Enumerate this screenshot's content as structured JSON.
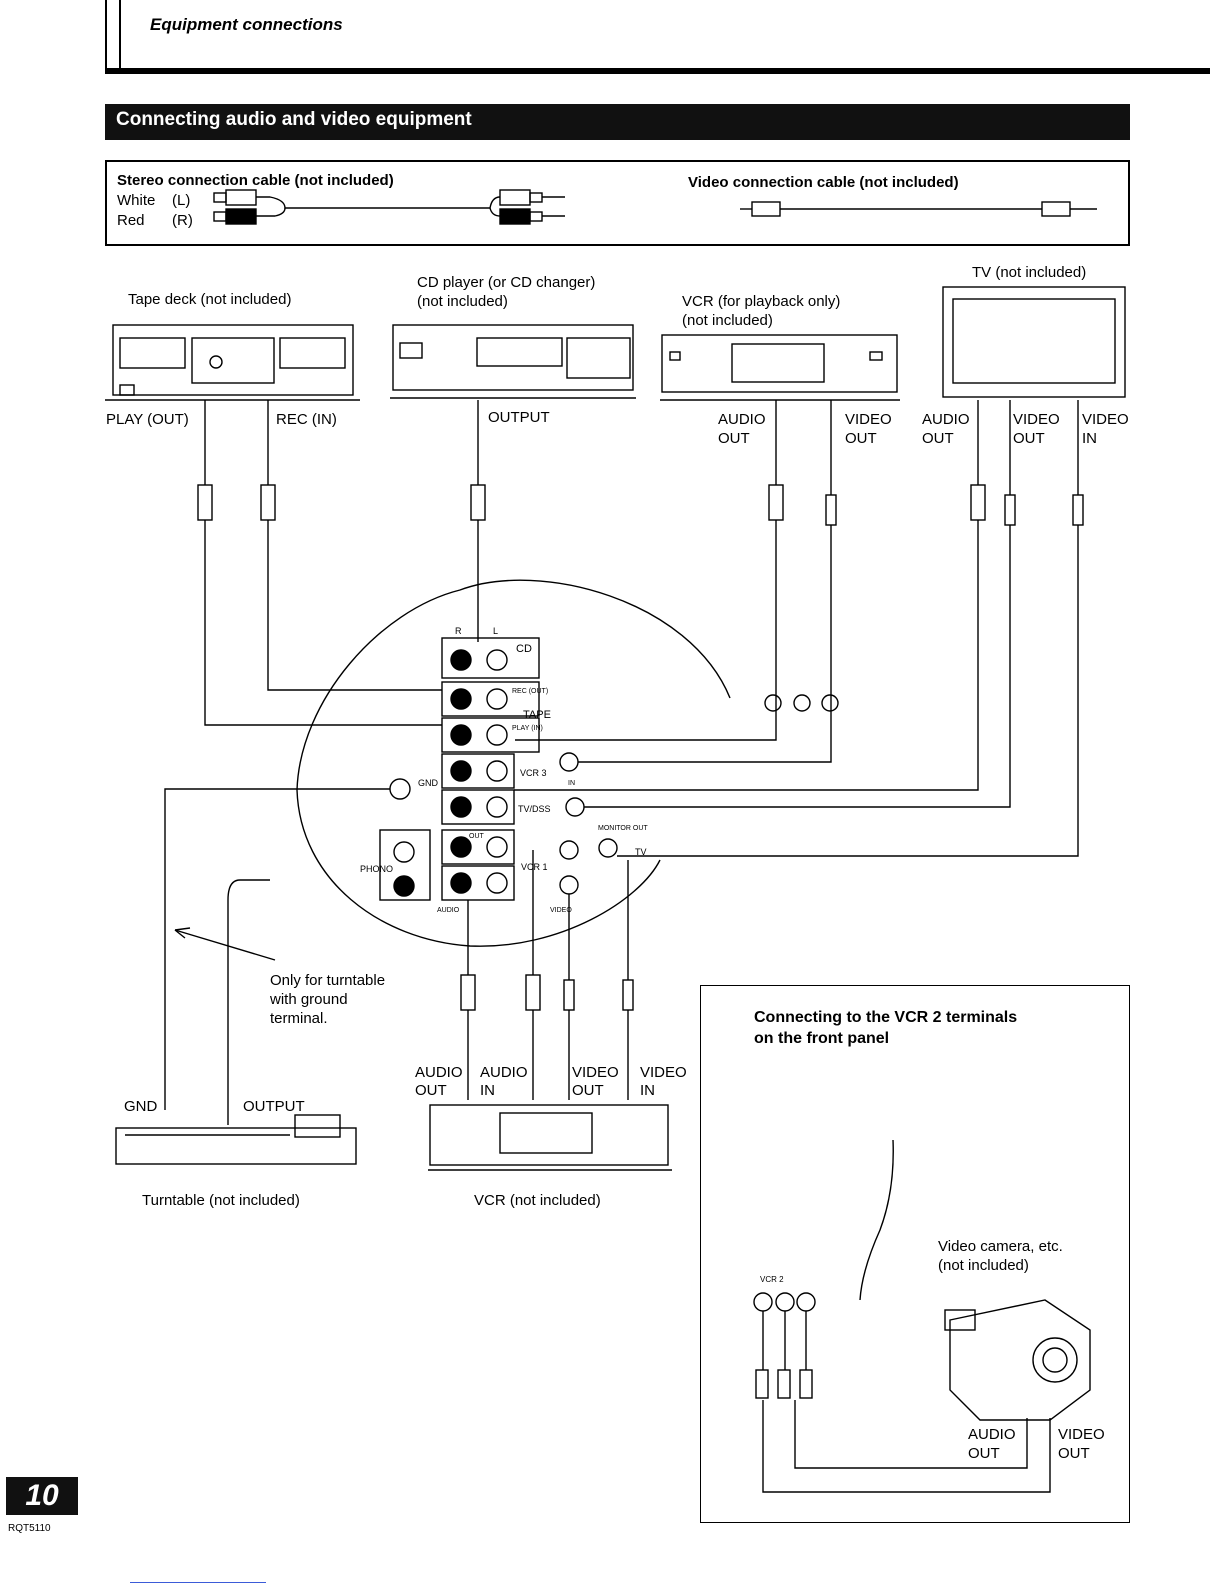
{
  "header": {
    "title": "Equipment connections"
  },
  "section": {
    "title": "Connecting audio and video equipment"
  },
  "cables": {
    "stereo_title": "Stereo connection cable (not included)",
    "white": "White",
    "white_ch": "(L)",
    "red": "Red",
    "red_ch": "(R)",
    "video_title": "Video connection cable (not included)"
  },
  "devices": {
    "tape_deck": "Tape deck (not included)",
    "cd_line1": "CD player (or CD changer)",
    "cd_line2": "(not included)",
    "vcr_play_line1": "VCR (for playback only)",
    "vcr_play_line2": "(not included)",
    "tv": "TV (not included)",
    "turntable": "Turntable (not included)",
    "vcr": "VCR (not included)",
    "camera_line1": "Video camera, etc.",
    "camera_line2": "(not included)"
  },
  "labels": {
    "play_out": "PLAY (OUT)",
    "rec_in": "REC (IN)",
    "output": "OUTPUT",
    "audio": "AUDIO",
    "video": "VIDEO",
    "out": "OUT",
    "in": "IN",
    "gnd": "GND",
    "turntable_output": "OUTPUT",
    "ground_note_1": "Only for turntable",
    "ground_note_2": "with ground",
    "ground_note_3": "terminal."
  },
  "panel": {
    "r": "R",
    "l": "L",
    "cd": "CD",
    "rec_out": "REC (OUT)",
    "tape": "TAPE",
    "play_in": "PLAY (IN)",
    "vcr3": "VCR 3",
    "in": "IN",
    "gnd": "GND",
    "tvdss": "TV/DSS",
    "out": "OUT",
    "vcr1": "VCR 1",
    "monitor_out": "MONITOR OUT",
    "tv": "TV",
    "phono": "PHONO",
    "audio": "AUDIO",
    "video": "VIDEO"
  },
  "inset": {
    "title_line1": "Connecting to the VCR 2 terminals",
    "title_line2": "on the front panel",
    "vcr2": "VCR 2"
  },
  "footer": {
    "page_number": "10",
    "model": "RQT5110"
  }
}
